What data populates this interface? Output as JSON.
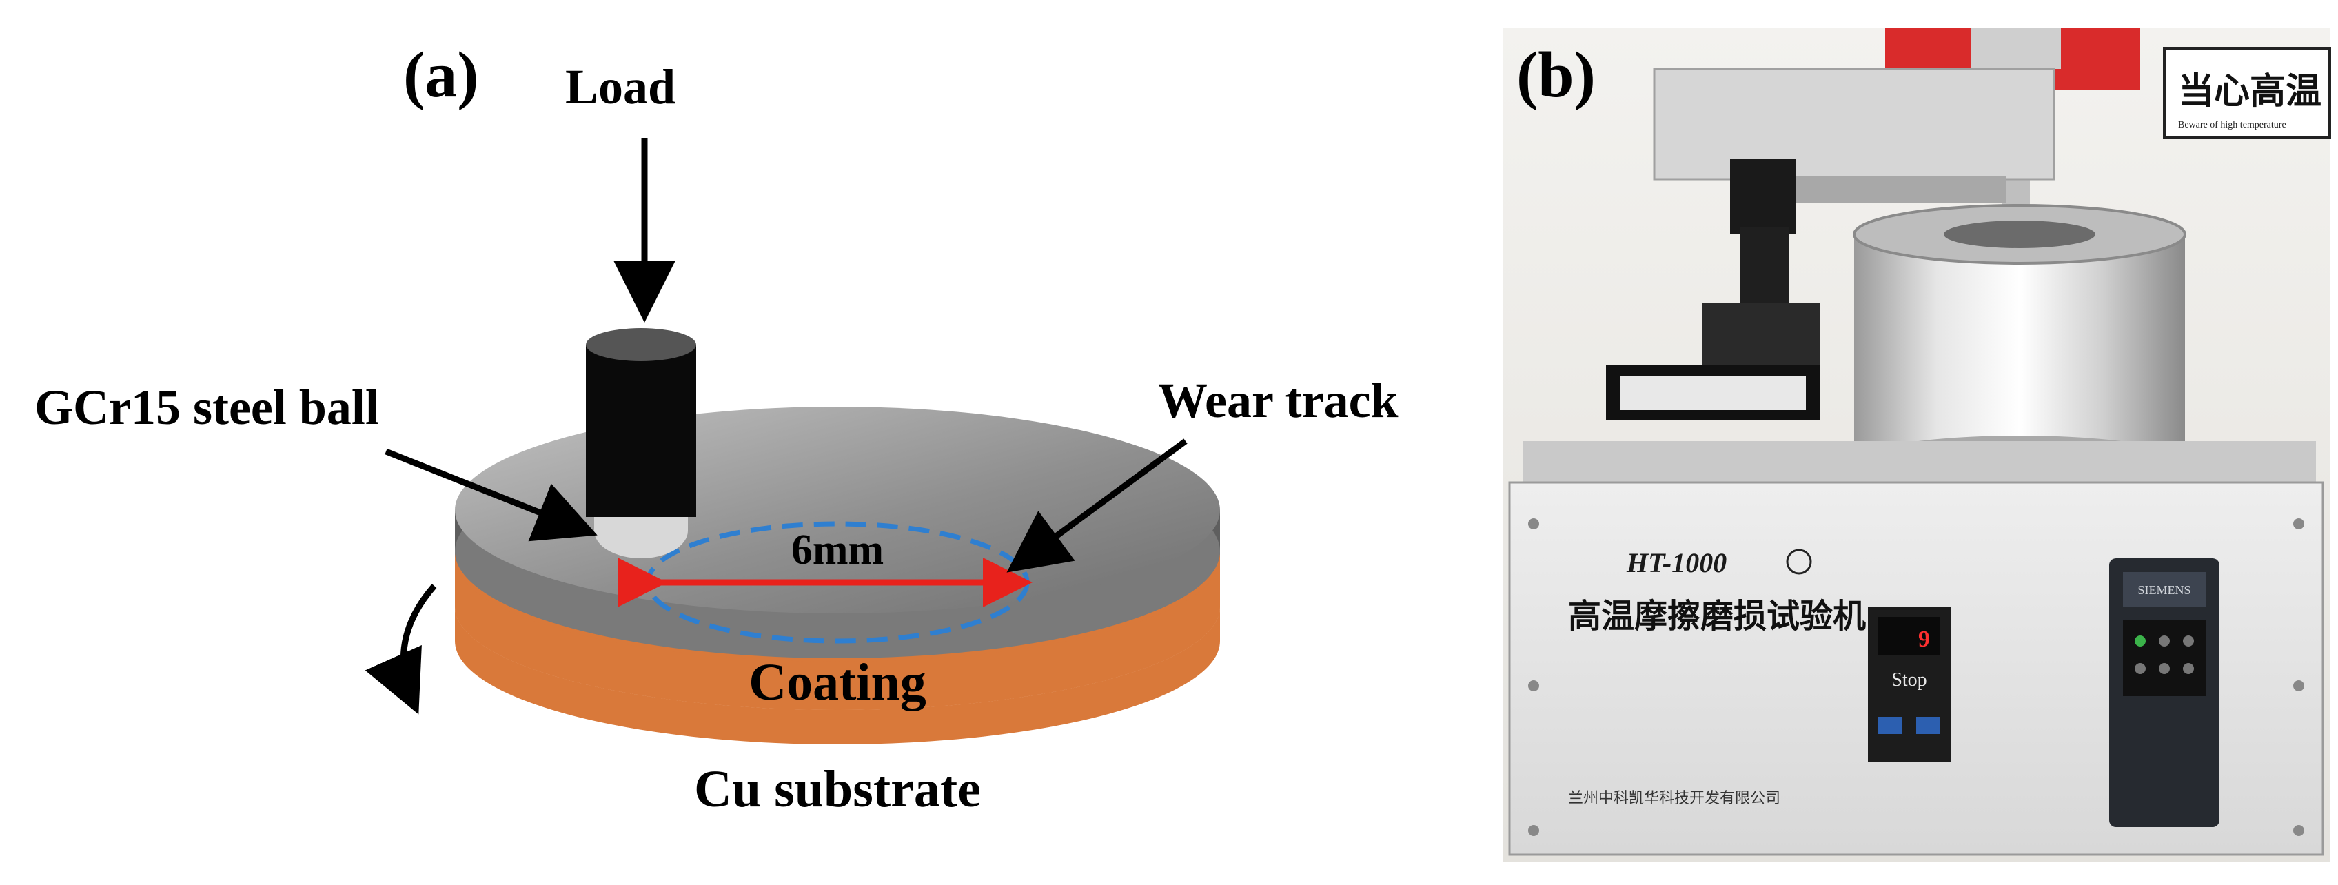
{
  "panel_a": {
    "label": "(a)",
    "load_label": "Load",
    "ball_label": "GCr15 steel ball",
    "track_label": "Wear track",
    "diameter_label": "6mm",
    "coating_label": "Coating",
    "substrate_label": "Cu substrate",
    "colors": {
      "coating_top": "#8c8c8c",
      "coating_side": "#5e5e5e",
      "substrate": "#d9793a",
      "track": "#2f7fd0",
      "dimension_arrow": "#e8221c",
      "pin": "#0a0a0a"
    }
  },
  "panel_b": {
    "label": "(b)",
    "model": "HT-1000",
    "machine_title": "高温摩擦磨损试验机",
    "manufacturer": "兰州中科凯华科技开发有限公司",
    "warning_sign": "当心高温",
    "warning_sign_en": "Beware of high temperature",
    "controller_display": "Stop",
    "controller_digits": "9",
    "inverter_brand": "SIEMENS"
  }
}
